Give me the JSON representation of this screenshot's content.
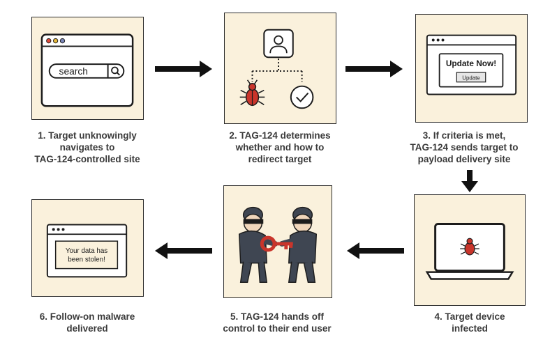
{
  "colors": {
    "panel_bg": "#faf1dc",
    "ink": "#1c1c1c",
    "bug_red": "#c9352b",
    "key_red": "#c9352b",
    "dot_red": "#e04a3a",
    "dot_yellow": "#e5b83a",
    "dot_blue": "#7a86b8"
  },
  "steps": [
    {
      "lines": [
        "1. Target unknowingly",
        "navigates to",
        "TAG-124-controlled site"
      ],
      "icon": "browser-search-icon",
      "search_text": "search"
    },
    {
      "lines": [
        "2. TAG-124 determines",
        "whether and how to",
        "redirect target"
      ],
      "icon": "user-decision-icon"
    },
    {
      "lines": [
        "3. If criteria is met,",
        "TAG-124 sends target to",
        "payload delivery site"
      ],
      "icon": "update-popup-icon",
      "popup_title": "Update Now!",
      "popup_button": "Update"
    },
    {
      "lines": [
        "4. Target device",
        "infected"
      ],
      "icon": "infected-laptop-icon"
    },
    {
      "lines": [
        "5. TAG-124 hands off",
        "control to their end user"
      ],
      "icon": "key-handoff-icon"
    },
    {
      "lines": [
        "6. Follow-on malware",
        "delivered"
      ],
      "icon": "stolen-data-window-icon",
      "message_lines": [
        "Your data has",
        "been stolen!"
      ]
    }
  ]
}
